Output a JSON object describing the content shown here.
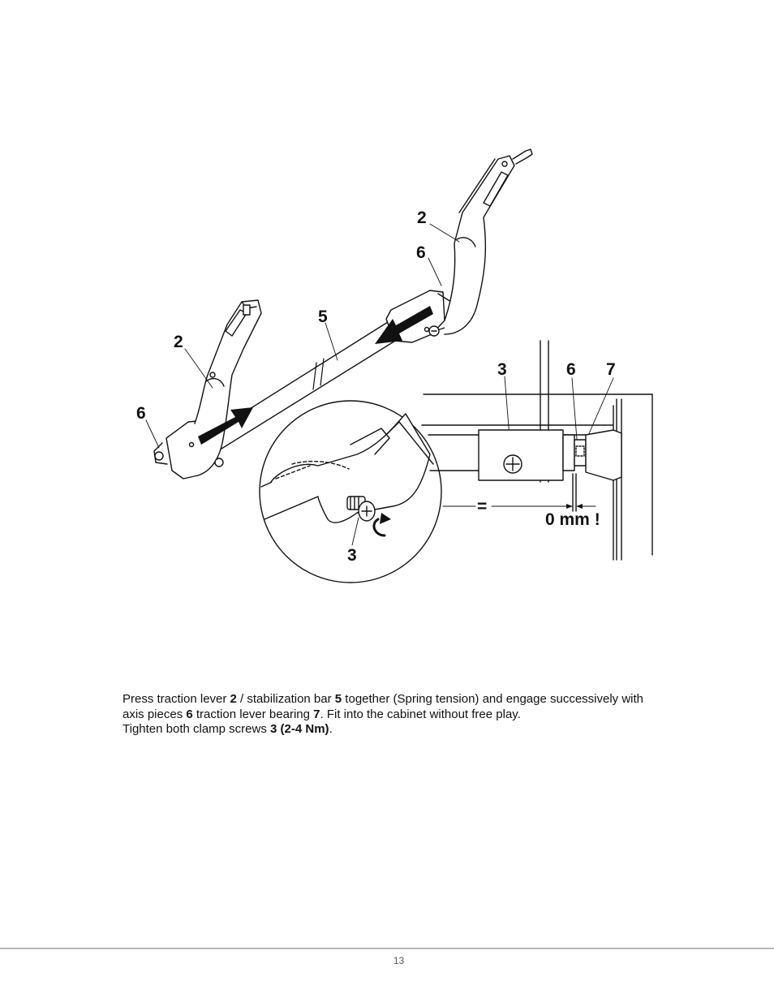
{
  "figure": {
    "callouts": {
      "lever_right": "2",
      "axis_right": "6",
      "bar": "5",
      "lever_left": "2",
      "axis_left": "6",
      "screw_detail": "3",
      "screw_side": "3",
      "axis_side": "6",
      "bearing_side": "7"
    },
    "equal_sign": "=",
    "gap_label": "0 mm !"
  },
  "instructions": {
    "l1_a": "Press traction lever ",
    "l1_b": "2",
    "l1_c": " / stabilization bar ",
    "l1_d": "5",
    "l1_e": " together (Spring tension) and engage successively with",
    "l2_a": "axis pieces ",
    "l2_b": "6",
    "l2_c": " traction lever bearing ",
    "l2_d": "7",
    "l2_e": ".  Fit into the cabinet without free play.",
    "l3_a": "Tighten both clamp screws ",
    "l3_b": "3 (2-4 Nm)",
    "l3_c": "."
  },
  "footer": {
    "page_number": "13"
  }
}
